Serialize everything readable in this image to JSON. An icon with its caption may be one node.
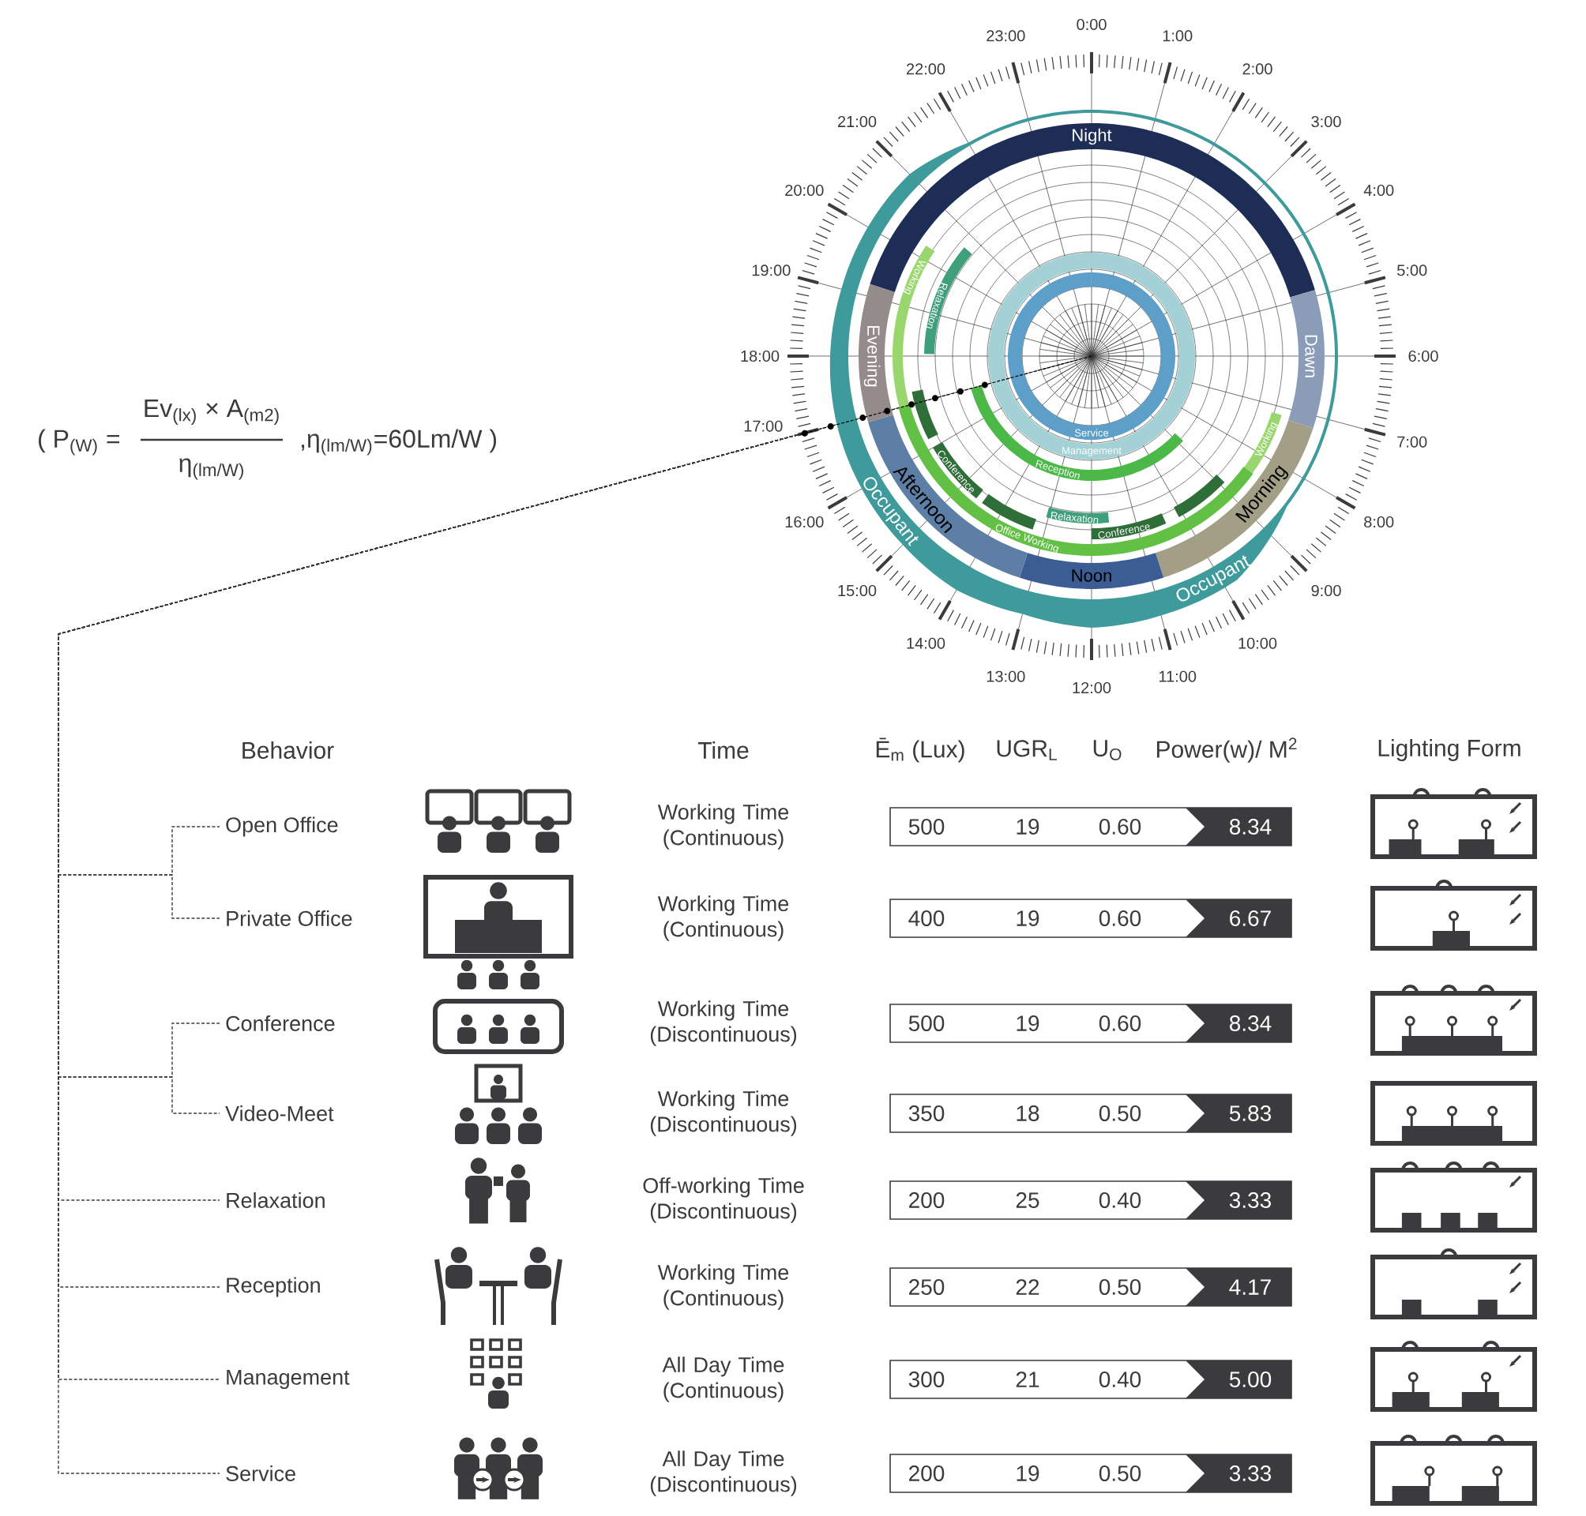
{
  "diagram": {
    "nodes": [
      {
        "text": [],
        "shape": "picture"
      },
      {
        "text": [
          "Open Office"
        ]
      },
      {
        "text": [
          "Private Office"
        ]
      },
      {
        "text": [
          "Conference"
        ]
      },
      {
        "text": [
          "Video-Meet"
        ]
      },
      {
        "text": [
          "Relaxation"
        ]
      },
      {
        "text": [
          "Reception"
        ]
      },
      {
        "text": [
          "Management"
        ]
      },
      {
        "text": [
          "Service"
        ]
      }
    ],
    "edges": [
      {
        "from": 0,
        "to": 1,
        "arrow": "none",
        "style": "dashed"
      },
      {
        "from": 0,
        "to": 2,
        "arrow": "none",
        "style": "dashed"
      },
      {
        "from": 0,
        "to": 3,
        "arrow": "none",
        "style": "dashed"
      },
      {
        "from": 0,
        "to": 4,
        "arrow": "none",
        "style": "dashed"
      },
      {
        "from": 0,
        "to": 5,
        "arrow": "none",
        "style": "dashed"
      },
      {
        "from": 0,
        "to": 6,
        "arrow": "none",
        "style": "dashed"
      },
      {
        "from": 0,
        "to": 7,
        "arrow": "none",
        "style": "dashed"
      },
      {
        "from": 0,
        "to": 8,
        "arrow": "none",
        "style": "dashed"
      }
    ],
    "labels": [
      "0:00",
      "1:00",
      "2:00",
      "3:00",
      "4:00",
      "5:00",
      "6:00",
      "7:00",
      "8:00",
      "9:00",
      "10:00",
      "11:00",
      "12:00",
      "13:00",
      "14:00",
      "15:00",
      "16:00",
      "17:00",
      "18:00",
      "19:00",
      "20:00",
      "21:00",
      "22:00",
      "23:00",
      "Night",
      "Dawn",
      "Morning",
      "Noon",
      "Afternoon",
      "Evening",
      "Occupant",
      "Occupant",
      "Working",
      "Relaxation",
      "Working",
      "Conference",
      "Office Working",
      "Relaxation",
      "Conference",
      "Reception",
      "Management",
      "Service",
      "( P$_{(W)}$ =",
      "Ev$_{(lx)}$ × A$_{(m2)}$",
      "η$_{(lm/W)}$",
      ",η$_{(lm/W)}$=60Lm/W )",
      "Behavior",
      "Time",
      "Ē$_{m}$ (Lux)",
      "UGR$_{L}$",
      "U$_{O}$",
      "Power(w)/ M$^{2}$",
      "Lighting Form",
      "Working Time (Continuous)",
      "500",
      "19",
      "0.60",
      "8.34",
      "Working Time (Continuous)",
      "400",
      "19",
      "0.60",
      "6.67",
      "Working Time (Discontinuous)",
      "500",
      "19",
      "0.60",
      "8.34",
      "Working Time (Discontinuous)",
      "350",
      "18",
      "0.50",
      "5.83",
      "Off-working Time (Discontinuous)",
      "200",
      "25",
      "0.40",
      "3.33",
      "Working Time (Continuous)",
      "250",
      "22",
      "0.50",
      "4.17",
      "All Day Time (Continuous)",
      "300",
      "21",
      "0.40",
      "5.00",
      "All Day Time (Discontinuous)",
      "200",
      "19",
      "0.50",
      "3.33"
    ]
  }
}
